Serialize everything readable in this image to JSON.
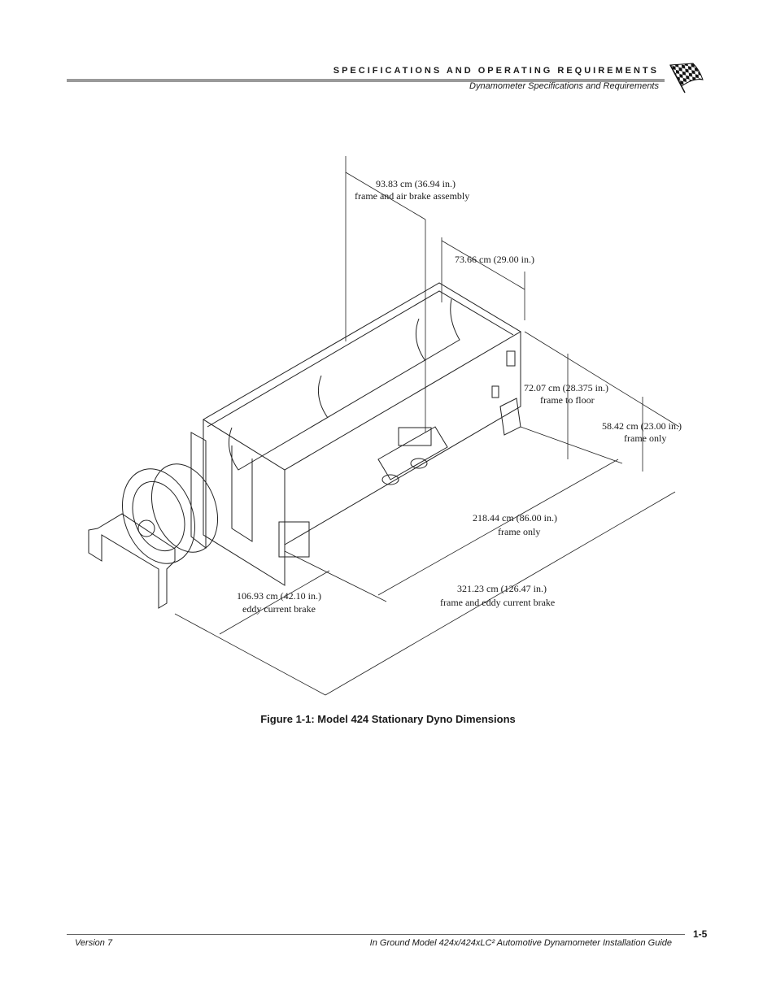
{
  "header": {
    "section_title": "SPECIFICATIONS AND OPERATING REQUIREMENTS",
    "subsection": "Dynamometer Specifications and Requirements",
    "logo_icon": "checkered-flag-icon"
  },
  "figure": {
    "caption": "Figure 1-1: Model 424 Stationary Dyno Dimensions",
    "dimensions": {
      "top_width": {
        "value": "93.83 cm (36.94 in.)",
        "label": "frame and air brake assembly"
      },
      "frame_width": {
        "value": "73.66 cm (29.00 in.)"
      },
      "frame_to_floor": {
        "value": "72.07 cm (28.375 in.)",
        "label": "frame to floor"
      },
      "frame_height": {
        "value": "58.42 cm (23.00 in.)",
        "label": "frame only"
      },
      "frame_length": {
        "value": "218.44 cm (86.00 in.)",
        "label": "frame only"
      },
      "total_length": {
        "value": "321.23 cm (126.47 in.)",
        "label": "frame and eddy current brake"
      },
      "brake_length": {
        "value": "106.93 cm (42.10 in.)",
        "label": "eddy current brake"
      }
    }
  },
  "footer": {
    "version": "Version 7",
    "guide_title": "In Ground Model 424x/424xLC² Automotive Dynamometer Installation Guide",
    "page_number": "1-5"
  }
}
